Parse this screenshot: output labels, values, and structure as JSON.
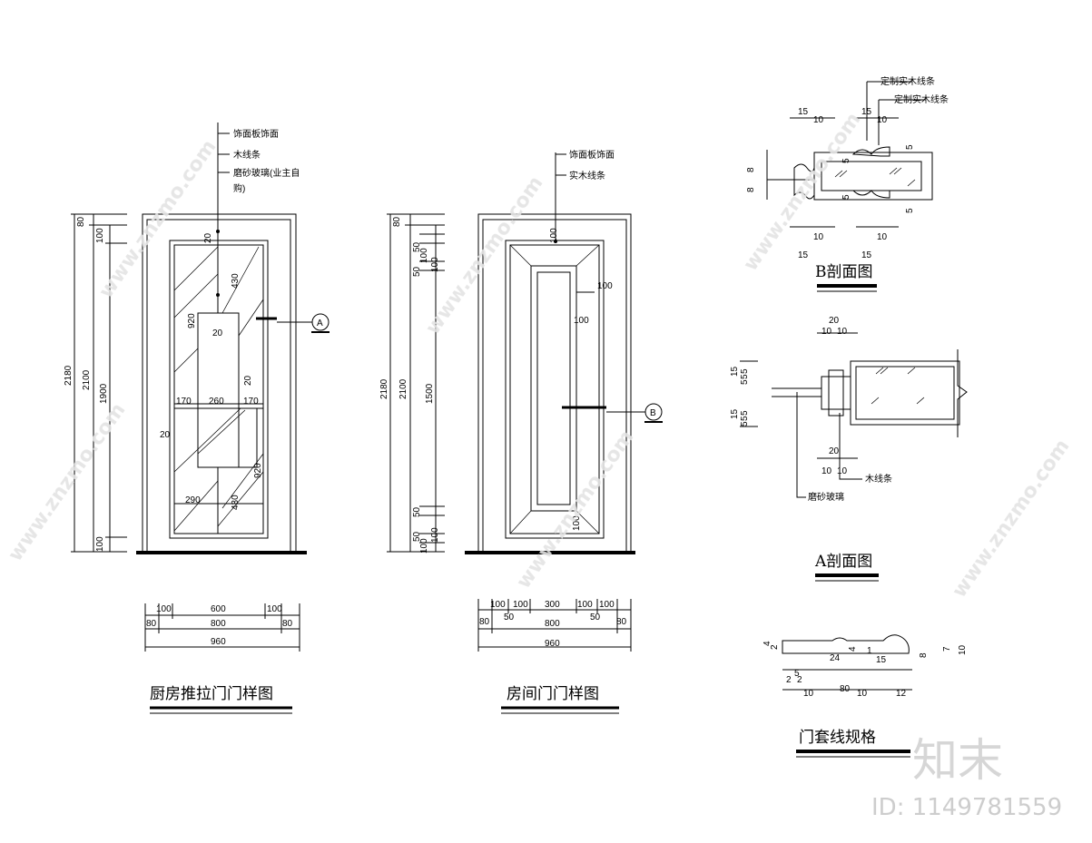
{
  "kitchen_door": {
    "title": "厨房推拉门门样图",
    "callouts": [
      "饰面板饰面",
      "木线条",
      "磨砂玻璃(业主自",
      "购)"
    ],
    "section_mark": "A",
    "vdims_outer": [
      "2180",
      "2100",
      "1900",
      "80",
      "100",
      "100"
    ],
    "inner_dims": [
      "20",
      "430",
      "920",
      "20",
      "170",
      "260",
      "170",
      "20",
      "20",
      "920",
      "290",
      "430"
    ],
    "hdims": [
      "100",
      "600",
      "100",
      "80",
      "800",
      "80",
      "960"
    ]
  },
  "room_door": {
    "title": "房间门门样图",
    "callouts": [
      "饰面板饰面",
      "实木线条"
    ],
    "section_mark": "B",
    "vdims_outer": [
      "2180",
      "2100",
      "1500",
      "80",
      "50",
      "100",
      "100",
      "50",
      "50",
      "100",
      "100",
      "50"
    ],
    "inner_dims": [
      "100",
      "100",
      "100",
      "100"
    ],
    "hdims": [
      "100",
      "100",
      "300",
      "100",
      "100",
      "80",
      "50",
      "800",
      "50",
      "80",
      "960"
    ]
  },
  "section_b": {
    "title": "B剖面图",
    "labels": [
      "定制实木线条",
      "定制实木线条"
    ],
    "dims": [
      "15",
      "10",
      "15",
      "10",
      "8",
      "8",
      "5",
      "5",
      "5",
      "5",
      "10",
      "10",
      "15",
      "15"
    ]
  },
  "section_a": {
    "title": "A剖面图",
    "labels": [
      "木线条",
      "磨砂玻璃"
    ],
    "dims": [
      "20",
      "10",
      "10",
      "15",
      "5",
      "5",
      "5",
      "15",
      "5",
      "5",
      "5",
      "20",
      "10",
      "10"
    ]
  },
  "trim_spec": {
    "title": "门套线规格",
    "dims": [
      "4",
      "2",
      "24",
      "4",
      "1",
      "15",
      "8",
      "7",
      "10",
      "5",
      "2",
      "2",
      "10",
      "80",
      "10",
      "12"
    ]
  },
  "watermark": {
    "text": "www.znzmo.com",
    "logo": "知末",
    "id_label": "ID: 1149781559"
  }
}
